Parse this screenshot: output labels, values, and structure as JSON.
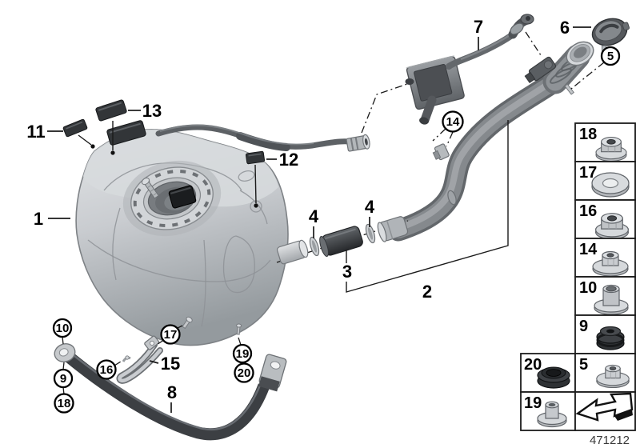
{
  "part_number": "471212",
  "callouts": {
    "n1": "1",
    "n2": "2",
    "n3": "3",
    "n4": "4",
    "n5": "5",
    "n6": "6",
    "n7": "7",
    "n8": "8",
    "n9": "9",
    "n10": "10",
    "n11": "11",
    "n12": "12",
    "n13": "13",
    "n14": "14",
    "n15": "15",
    "n16": "16",
    "n17": "17",
    "n18": "18",
    "n19": "19",
    "n20": "20"
  },
  "panel": {
    "items": [
      {
        "label": "18",
        "part": "flange-nut"
      },
      {
        "label": "17",
        "part": "washer"
      },
      {
        "label": "16",
        "part": "flange-nut"
      },
      {
        "label": "14",
        "part": "plastic-flange-nut"
      },
      {
        "label": "10",
        "part": "spacer-bushing"
      },
      {
        "label": "9",
        "part": "rubber-grommet"
      },
      {
        "label": "20",
        "part": "rubber-grommet"
      },
      {
        "label": "5",
        "part": "flange-nut"
      },
      {
        "label": "19",
        "part": "flanged-bushing"
      }
    ],
    "arrow_cell": "continuation-arrow"
  },
  "colors": {
    "background": "#ffffff",
    "line": "#111111",
    "metal_light": "#c9ccd0",
    "metal_mid": "#8d9195",
    "metal_dark": "#5d6165",
    "rubber_dark": "#33363a"
  }
}
